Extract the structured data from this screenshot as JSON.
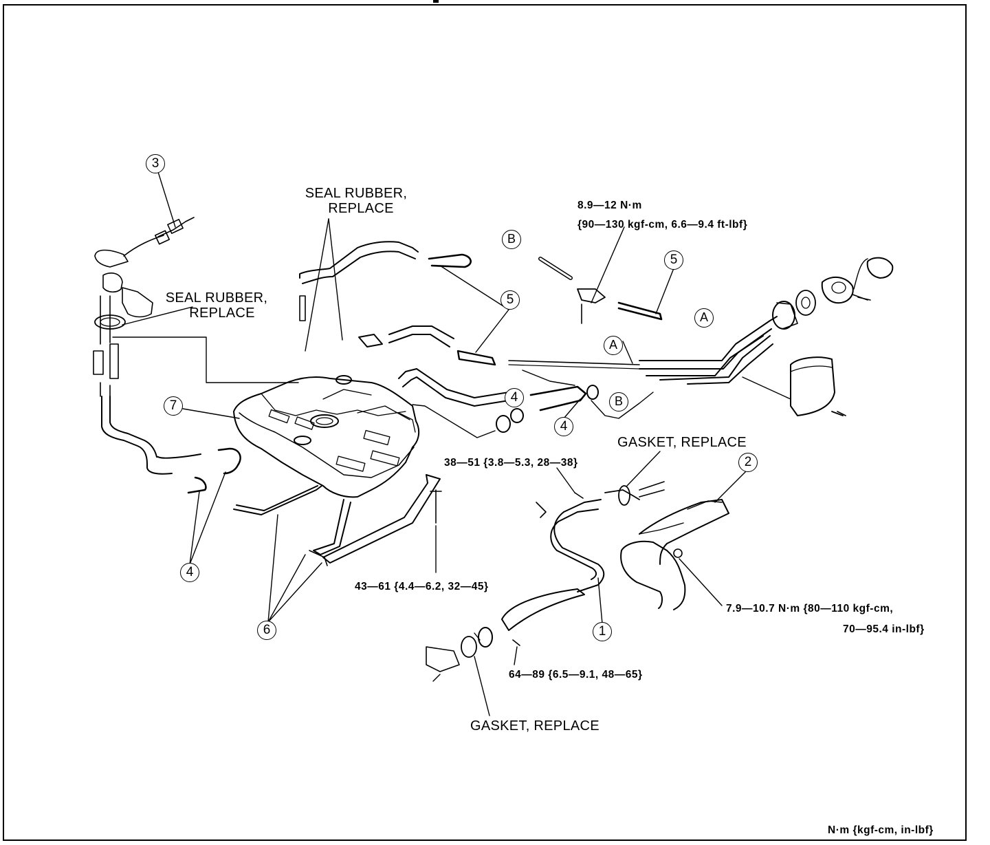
{
  "labels": {
    "seal_rubber_top": "SEAL RUBBER,",
    "seal_rubber_top_2": "REPLACE",
    "seal_rubber_left": "SEAL RUBBER,",
    "seal_rubber_left_2": "REPLACE",
    "gasket_upper": "GASKET, REPLACE",
    "gasket_lower": "GASKET, REPLACE"
  },
  "torque": {
    "t1_line1": "8.9—12 N·m",
    "t1_line2": "{90—130 kgf-cm, 6.6—9.4 ft-lbf}",
    "t2": "38—51 {3.8—5.3, 28—38}",
    "t3": "43—61 {4.4—6.2, 32—45}",
    "t4_line1": "7.9—10.7 N·m {80—110 kgf-cm,",
    "t4_line2": "70—95.4 in-lbf}",
    "t5": "64—89 {6.5—9.1, 48—65}"
  },
  "units_note": "N·m {kgf-cm, in-lbf}",
  "callouts": {
    "c1": "1",
    "c2": "2",
    "c3": "3",
    "c4a": "4",
    "c4b": "4",
    "c4c": "4",
    "c5a": "5",
    "c5b": "5",
    "c6": "6",
    "c7": "7"
  },
  "connectors": {
    "a1": "A",
    "a2": "A",
    "b1": "B",
    "b2": "B"
  }
}
